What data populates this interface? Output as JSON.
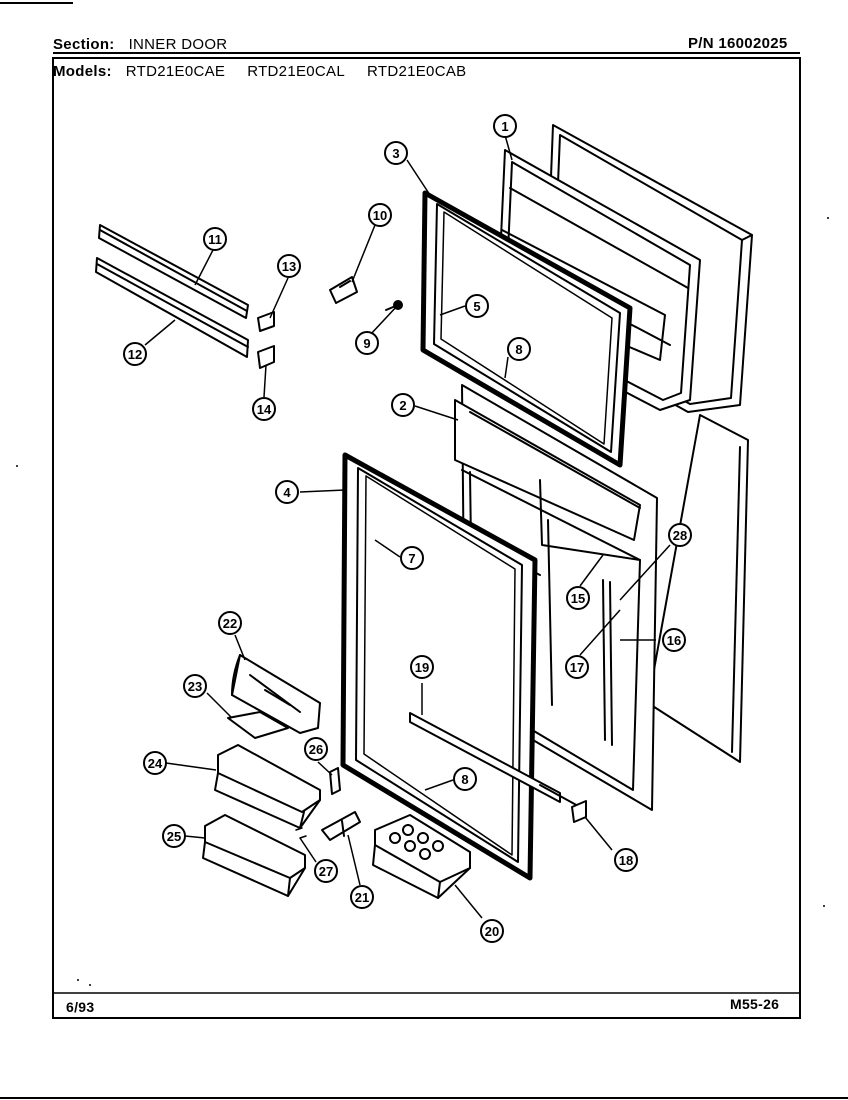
{
  "header": {
    "section_label": "Section:",
    "section_value": "INNER DOOR",
    "part_number": "P/N 16002025",
    "models_label": "Models:",
    "models": [
      "RTD21E0CAE",
      "RTD21E0CAL",
      "RTD21E0CAB"
    ]
  },
  "footer": {
    "date": "6/93",
    "code": "M55-26"
  },
  "callouts": [
    "1",
    "3",
    "10",
    "11",
    "13",
    "12",
    "14",
    "9",
    "5",
    "8",
    "2",
    "4",
    "7",
    "28",
    "15",
    "16",
    "17",
    "22",
    "19",
    "23",
    "24",
    "26",
    "8",
    "18",
    "25",
    "27",
    "21",
    "20"
  ]
}
